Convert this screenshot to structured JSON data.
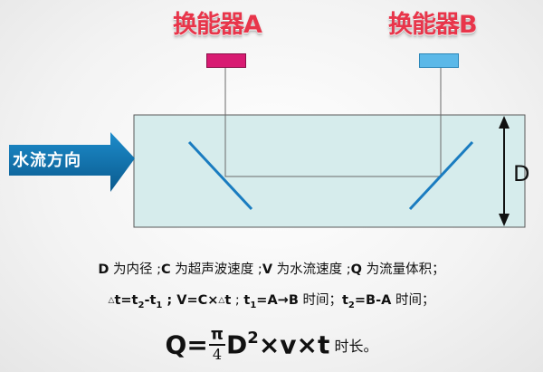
{
  "labels": {
    "transducer_a": "换能器A",
    "transducer_b": "换能器B"
  },
  "flow_direction": "水流方向",
  "dimension_label": "D",
  "colors": {
    "label_red": "#e8354a",
    "transducer_a": "#d81b72",
    "transducer_b": "#5bb8e8",
    "pipe_fill": "#d6ecec",
    "arrow_blue": "#0e6ea6",
    "reflector_blue": "#1a7cc0"
  },
  "description": {
    "line1": [
      {
        "var": "D",
        "text": " 为内径 ;"
      },
      {
        "var": "C",
        "text": " 为超声波速度 ;"
      },
      {
        "var": "V",
        "text": " 为水流速度 ;"
      },
      {
        "var": "Q",
        "text": " 为流量体积；"
      }
    ],
    "line2": {
      "delta_t_lhs": "t=t",
      "delta_sub_2": "2",
      "minus_t": "-t",
      "delta_sub_1": "1",
      "v_formula": " ;  V=C×",
      "v_formula_tail": "t",
      "t1_var": "t",
      "t1_sub": "1",
      "t1_expr": "=A→B",
      "t1_suffix": " 时间；",
      "t2_var": "t",
      "t2_sub": "2",
      "t2_expr": "=B-A",
      "t2_suffix": " 时间；"
    }
  },
  "formula": {
    "lhs": "Q=",
    "numerator": "π",
    "denominator": "4",
    "rhs_d": "D",
    "rhs_exp": "2",
    "rhs_tail": "×v×t",
    "suffix": "时长。"
  }
}
